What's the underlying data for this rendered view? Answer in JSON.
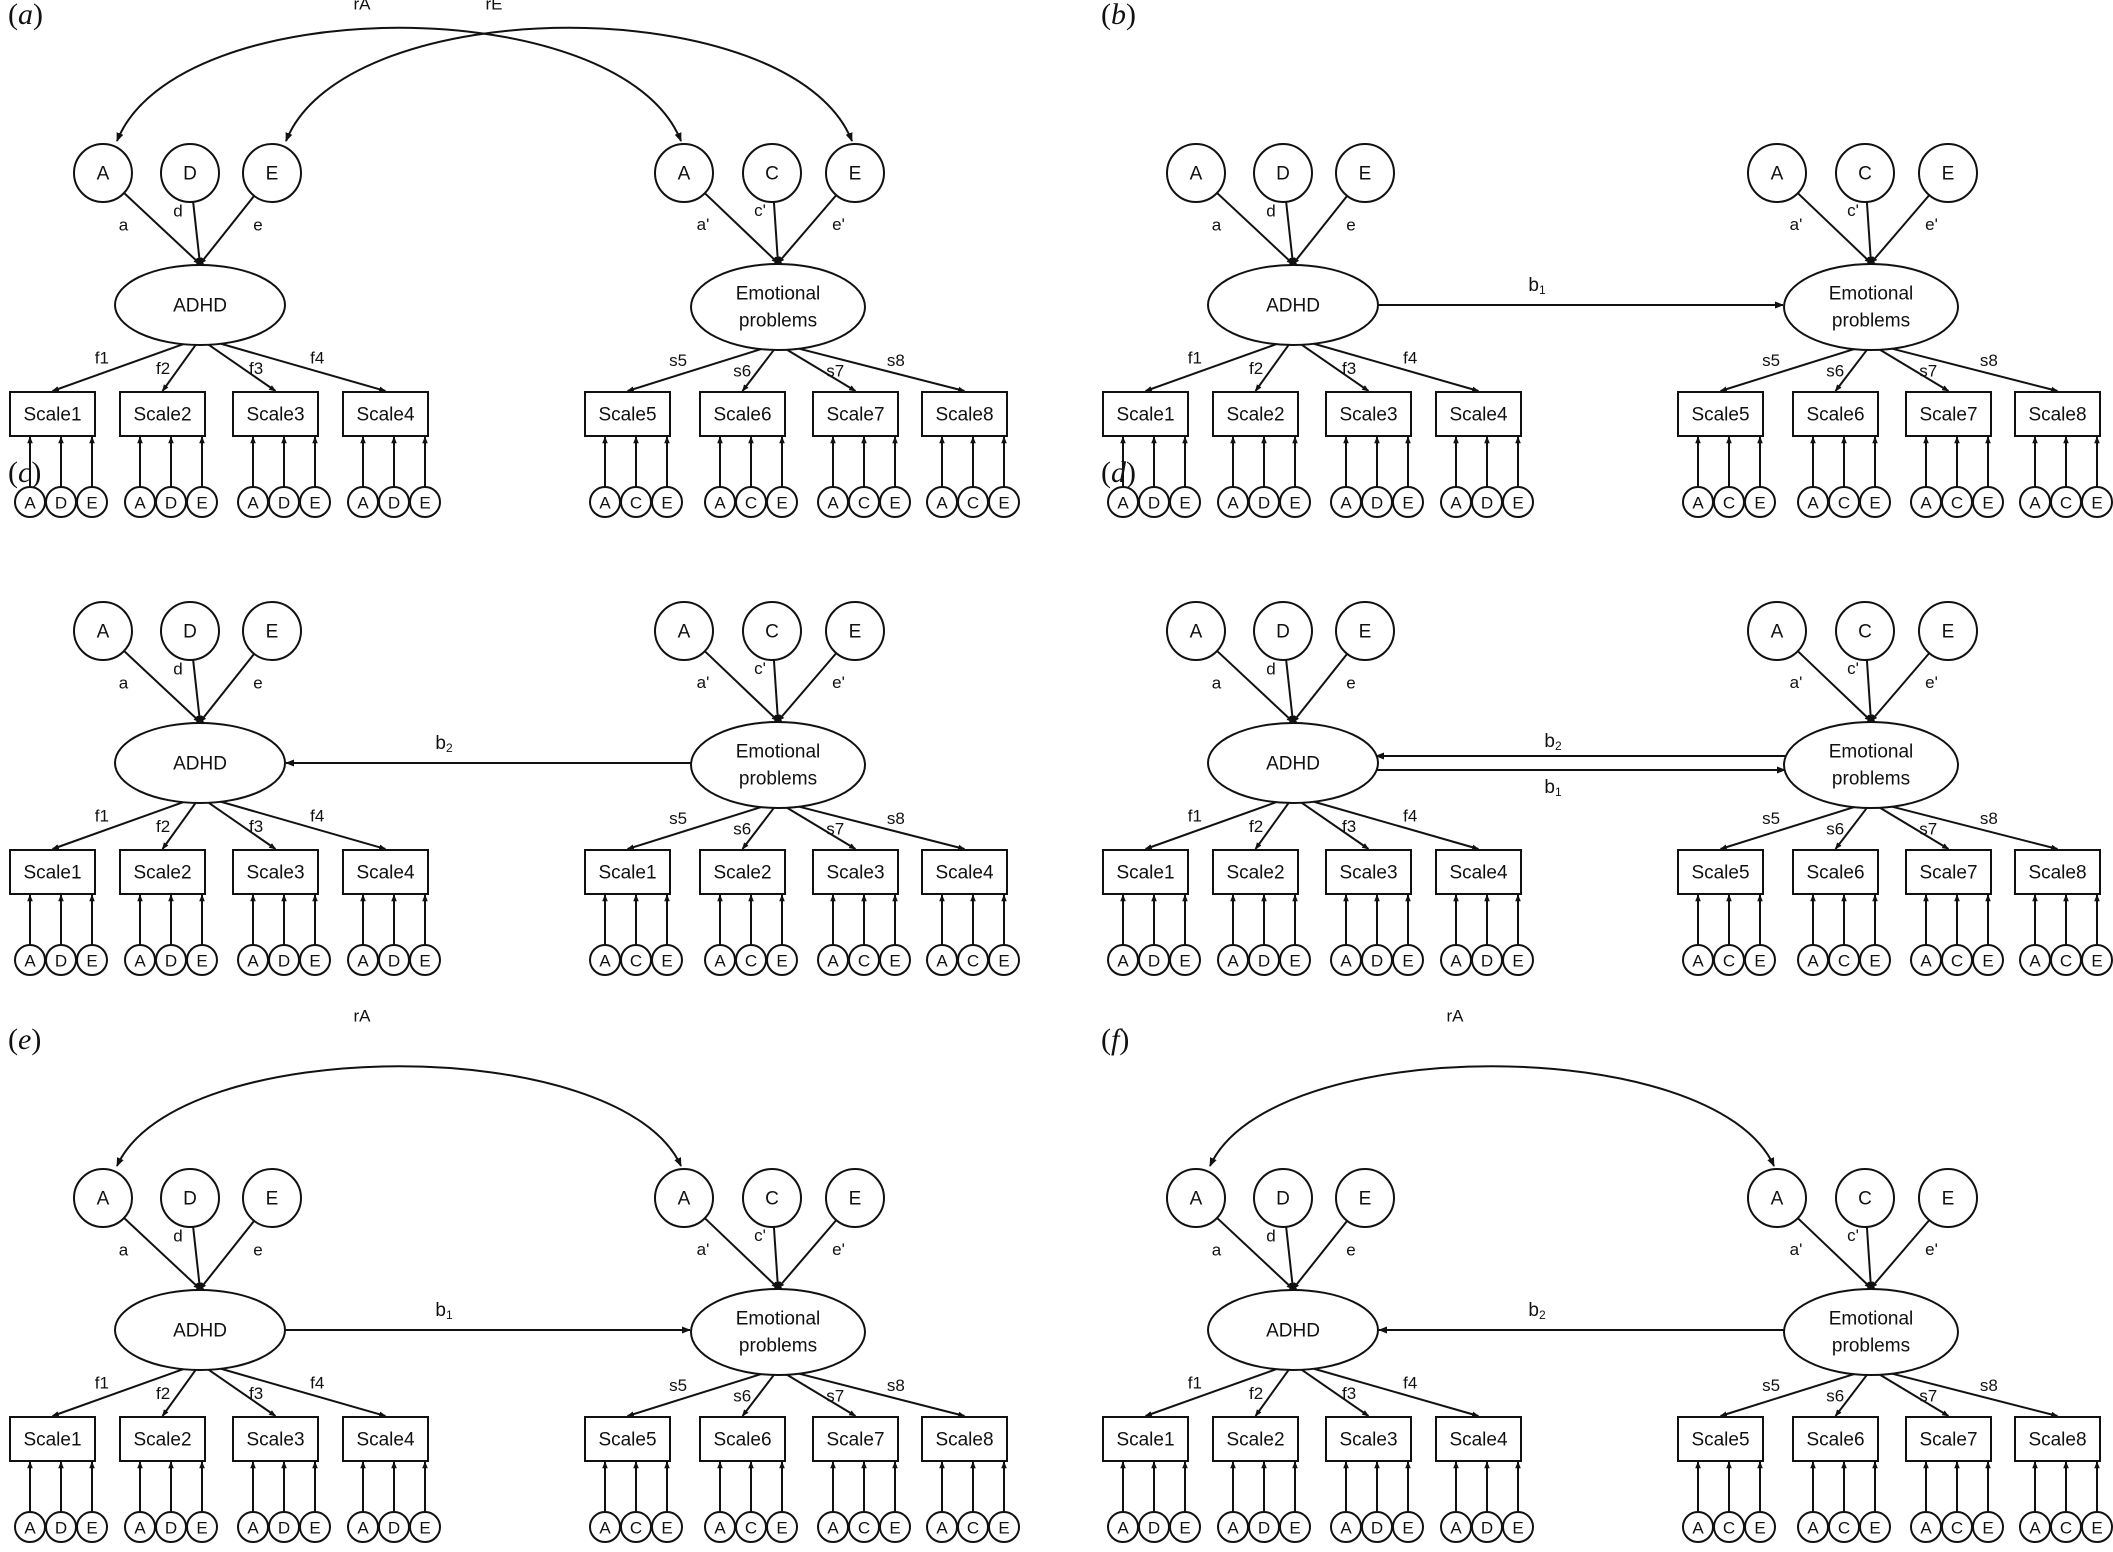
{
  "panels": [
    {
      "id": "a",
      "label": "a",
      "ace_left": [
        "A",
        "D",
        "E"
      ],
      "ace_right": [
        "A",
        "C",
        "E"
      ],
      "ace_path_left": [
        "a",
        "d",
        "e"
      ],
      "ace_path_right": [
        "a'",
        "c'",
        "e'"
      ],
      "latent_left": "ADHD",
      "latent_right": [
        "Emotional",
        "problems"
      ],
      "loadings_left": [
        "f1",
        "f2",
        "f3",
        "f4"
      ],
      "loadings_right": [
        "s5",
        "s6",
        "s7",
        "s8"
      ],
      "scales_left": [
        "Scale1",
        "Scale2",
        "Scale3",
        "Scale4"
      ],
      "scales_right": [
        "Scale5",
        "Scale6",
        "Scale7",
        "Scale8"
      ],
      "resid_left": [
        "A",
        "D",
        "E"
      ],
      "resid_right": [
        "A",
        "C",
        "E"
      ],
      "correlations": [
        {
          "label": "rA",
          "from": "A",
          "to": "A"
        },
        {
          "label": "rE",
          "from": "E",
          "to": "E"
        }
      ],
      "paths": []
    },
    {
      "id": "b",
      "label": "b",
      "ace_left": [
        "A",
        "D",
        "E"
      ],
      "ace_right": [
        "A",
        "C",
        "E"
      ],
      "ace_path_left": [
        "a",
        "d",
        "e"
      ],
      "ace_path_right": [
        "a'",
        "c'",
        "e'"
      ],
      "latent_left": "ADHD",
      "latent_right": [
        "Emotional",
        "problems"
      ],
      "loadings_left": [
        "f1",
        "f2",
        "f3",
        "f4"
      ],
      "loadings_right": [
        "s5",
        "s6",
        "s7",
        "s8"
      ],
      "scales_left": [
        "Scale1",
        "Scale2",
        "Scale3",
        "Scale4"
      ],
      "scales_right": [
        "Scale5",
        "Scale6",
        "Scale7",
        "Scale8"
      ],
      "resid_left": [
        "A",
        "D",
        "E"
      ],
      "resid_right": [
        "A",
        "C",
        "E"
      ],
      "correlations": [],
      "paths": [
        {
          "label": "b",
          "sub": "1",
          "dir": "right"
        }
      ]
    },
    {
      "id": "c",
      "label": "c",
      "ace_left": [
        "A",
        "D",
        "E"
      ],
      "ace_right": [
        "A",
        "C",
        "E"
      ],
      "ace_path_left": [
        "a",
        "d",
        "e"
      ],
      "ace_path_right": [
        "a'",
        "c'",
        "e'"
      ],
      "latent_left": "ADHD",
      "latent_right": [
        "Emotional",
        "problems"
      ],
      "loadings_left": [
        "f1",
        "f2",
        "f3",
        "f4"
      ],
      "loadings_right": [
        "s5",
        "s6",
        "s7",
        "s8"
      ],
      "scales_left": [
        "Scale1",
        "Scale2",
        "Scale3",
        "Scale4"
      ],
      "scales_right": [
        "Scale1",
        "Scale2",
        "Scale3",
        "Scale4"
      ],
      "resid_left": [
        "A",
        "D",
        "E"
      ],
      "resid_right": [
        "A",
        "C",
        "E"
      ],
      "correlations": [],
      "paths": [
        {
          "label": "b",
          "sub": "2",
          "dir": "left"
        }
      ]
    },
    {
      "id": "d",
      "label": "d",
      "ace_left": [
        "A",
        "D",
        "E"
      ],
      "ace_right": [
        "A",
        "C",
        "E"
      ],
      "ace_path_left": [
        "a",
        "d",
        "e"
      ],
      "ace_path_right": [
        "a'",
        "c'",
        "e'"
      ],
      "latent_left": "ADHD",
      "latent_right": [
        "Emotional",
        "problems"
      ],
      "loadings_left": [
        "f1",
        "f2",
        "f3",
        "f4"
      ],
      "loadings_right": [
        "s5",
        "s6",
        "s7",
        "s8"
      ],
      "scales_left": [
        "Scale1",
        "Scale2",
        "Scale3",
        "Scale4"
      ],
      "scales_right": [
        "Scale5",
        "Scale6",
        "Scale7",
        "Scale8"
      ],
      "resid_left": [
        "A",
        "D",
        "E"
      ],
      "resid_right": [
        "A",
        "C",
        "E"
      ],
      "correlations": [],
      "paths": [
        {
          "label": "b",
          "sub": "2",
          "dir": "left"
        },
        {
          "label": "b",
          "sub": "1",
          "dir": "right"
        }
      ]
    },
    {
      "id": "e",
      "label": "e",
      "ace_left": [
        "A",
        "D",
        "E"
      ],
      "ace_right": [
        "A",
        "C",
        "E"
      ],
      "ace_path_left": [
        "a",
        "d",
        "e"
      ],
      "ace_path_right": [
        "a'",
        "c'",
        "e'"
      ],
      "latent_left": "ADHD",
      "latent_right": [
        "Emotional",
        "problems"
      ],
      "loadings_left": [
        "f1",
        "f2",
        "f3",
        "f4"
      ],
      "loadings_right": [
        "s5",
        "s6",
        "s7",
        "s8"
      ],
      "scales_left": [
        "Scale1",
        "Scale2",
        "Scale3",
        "Scale4"
      ],
      "scales_right": [
        "Scale5",
        "Scale6",
        "Scale7",
        "Scale8"
      ],
      "resid_left": [
        "A",
        "D",
        "E"
      ],
      "resid_right": [
        "A",
        "C",
        "E"
      ],
      "correlations": [
        {
          "label": "rA",
          "from": "A",
          "to": "A"
        }
      ],
      "paths": [
        {
          "label": "b",
          "sub": "1",
          "dir": "right"
        }
      ]
    },
    {
      "id": "f",
      "label": "f",
      "ace_left": [
        "A",
        "D",
        "E"
      ],
      "ace_right": [
        "A",
        "C",
        "E"
      ],
      "ace_path_left": [
        "a",
        "d",
        "e"
      ],
      "ace_path_right": [
        "a'",
        "c'",
        "e'"
      ],
      "latent_left": "ADHD",
      "latent_right": [
        "Emotional",
        "problems"
      ],
      "loadings_left": [
        "f1",
        "f2",
        "f3",
        "f4"
      ],
      "loadings_right": [
        "s5",
        "s6",
        "s7",
        "s8"
      ],
      "scales_left": [
        "Scale1",
        "Scale2",
        "Scale3",
        "Scale4"
      ],
      "scales_right": [
        "Scale5",
        "Scale6",
        "Scale7",
        "Scale8"
      ],
      "resid_left": [
        "A",
        "D",
        "E"
      ],
      "resid_right": [
        "A",
        "C",
        "E"
      ],
      "correlations": [
        {
          "label": "rA",
          "from": "A",
          "to": "A"
        }
      ],
      "paths": [
        {
          "label": "b",
          "sub": "2",
          "dir": "left"
        }
      ]
    }
  ]
}
